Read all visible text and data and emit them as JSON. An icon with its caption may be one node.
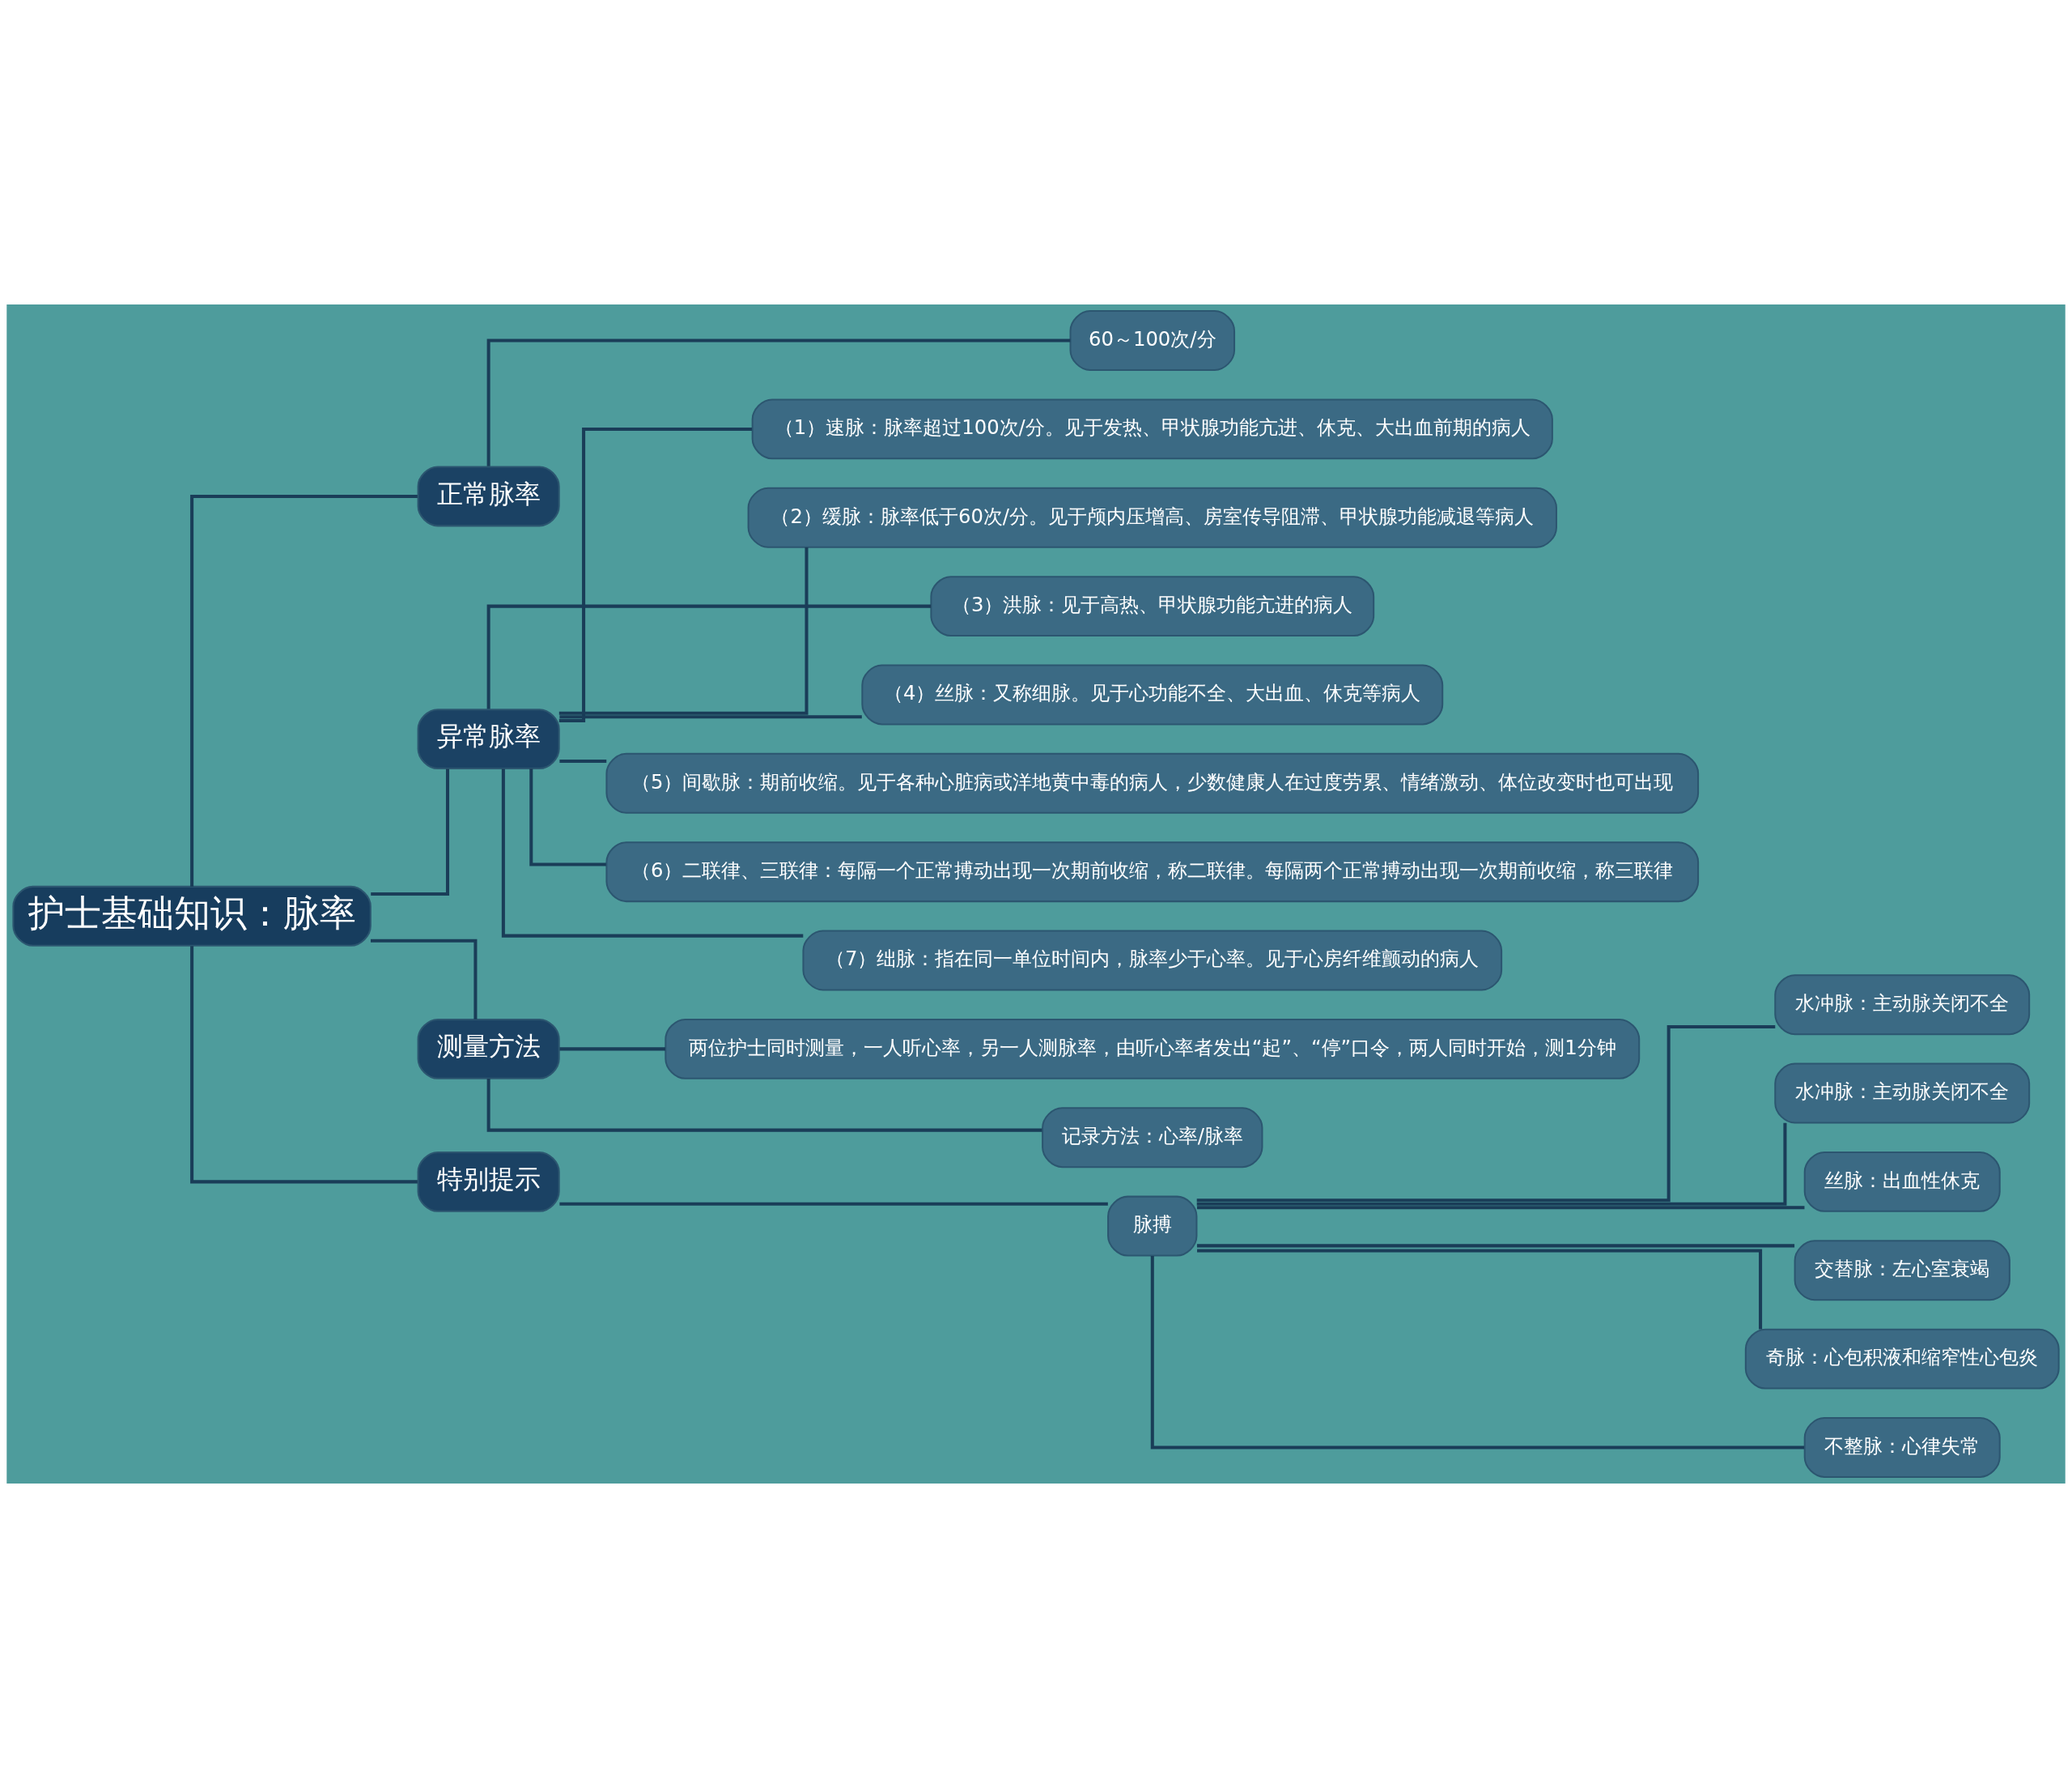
{
  "diagram": {
    "nodes": [
      {
        "text": [
          "护士基础知识：脉率"
        ]
      },
      {
        "text": [
          "正常脉率"
        ]
      },
      {
        "text": [
          "60～100次/分"
        ]
      },
      {
        "text": [
          "异常脉率"
        ]
      },
      {
        "text": [
          "（1）速脉：脉率超过100次/分。见于发热、甲状腺功能亢进、休克、大出血前期的病人"
        ]
      },
      {
        "text": [
          "（2）缓脉：脉率低于60次/分。见于颅内压增高、房室传导阻滞、甲状腺功能减退等病人"
        ]
      },
      {
        "text": [
          "（3）洪脉：见于高热、甲状腺功能亢进的病人"
        ]
      },
      {
        "text": [
          "（4）丝脉：又称细脉。见于心功能不全、大出血、休克等病人"
        ]
      },
      {
        "text": [
          "（5）间歇脉：期前收缩。见于各种心脏病或洋地黄中毒的病人，少数健康人在过度劳累、情绪激动、体位改变时也可出现"
        ]
      },
      {
        "text": [
          "（6）二联律、三联律：每隔一个正常搏动出现一次期前收缩，称二联律。每隔两个正常搏动出现一次期前收缩，称三联律"
        ]
      },
      {
        "text": [
          "（7）绌脉：指在同一单位时间内，脉率少于心率。见于心房纤维颤动的病人"
        ]
      },
      {
        "text": [
          "测量方法"
        ]
      },
      {
        "text": [
          "两位护士同时测量，一人听心率，另一人测脉率，由听心率者发出“起”、“停”口令，两人同时开始，测1分钟"
        ]
      },
      {
        "text": [
          "记录方法：心率/脉率"
        ]
      },
      {
        "text": [
          "特别提示"
        ]
      },
      {
        "text": [
          "脉搏"
        ]
      },
      {
        "text": [
          "水冲脉：主动脉关闭不全"
        ]
      },
      {
        "text": [
          "水冲脉：主动脉关闭不全"
        ]
      },
      {
        "text": [
          "丝脉：出血性休克"
        ]
      },
      {
        "text": [
          "交替脉：左心室衰竭"
        ]
      },
      {
        "text": [
          "奇脉：心包积液和缩窄性心包炎"
        ]
      },
      {
        "text": [
          "不整脉：心律失常"
        ]
      }
    ],
    "edges": [
      {
        "from": 0,
        "to": 1,
        "arrow": "none"
      },
      {
        "from": 1,
        "to": 2,
        "arrow": "none"
      },
      {
        "from": 0,
        "to": 3,
        "arrow": "none"
      },
      {
        "from": 3,
        "to": 4,
        "arrow": "none"
      },
      {
        "from": 3,
        "to": 5,
        "arrow": "none"
      },
      {
        "from": 3,
        "to": 6,
        "arrow": "none"
      },
      {
        "from": 3,
        "to": 7,
        "arrow": "none"
      },
      {
        "from": 3,
        "to": 8,
        "arrow": "none"
      },
      {
        "from": 3,
        "to": 9,
        "arrow": "none"
      },
      {
        "from": 3,
        "to": 10,
        "arrow": "none"
      },
      {
        "from": 0,
        "to": 11,
        "arrow": "none"
      },
      {
        "from": 11,
        "to": 12,
        "arrow": "none"
      },
      {
        "from": 11,
        "to": 13,
        "arrow": "none"
      },
      {
        "from": 0,
        "to": 14,
        "arrow": "none"
      },
      {
        "from": 14,
        "to": 15,
        "arrow": "none"
      },
      {
        "from": 15,
        "to": 16,
        "arrow": "none"
      },
      {
        "from": 15,
        "to": 17,
        "arrow": "none"
      },
      {
        "from": 15,
        "to": 18,
        "arrow": "none"
      },
      {
        "from": 15,
        "to": 19,
        "arrow": "none"
      },
      {
        "from": 15,
        "to": 20,
        "arrow": "none"
      },
      {
        "from": 15,
        "to": 21,
        "arrow": "none"
      }
    ]
  }
}
